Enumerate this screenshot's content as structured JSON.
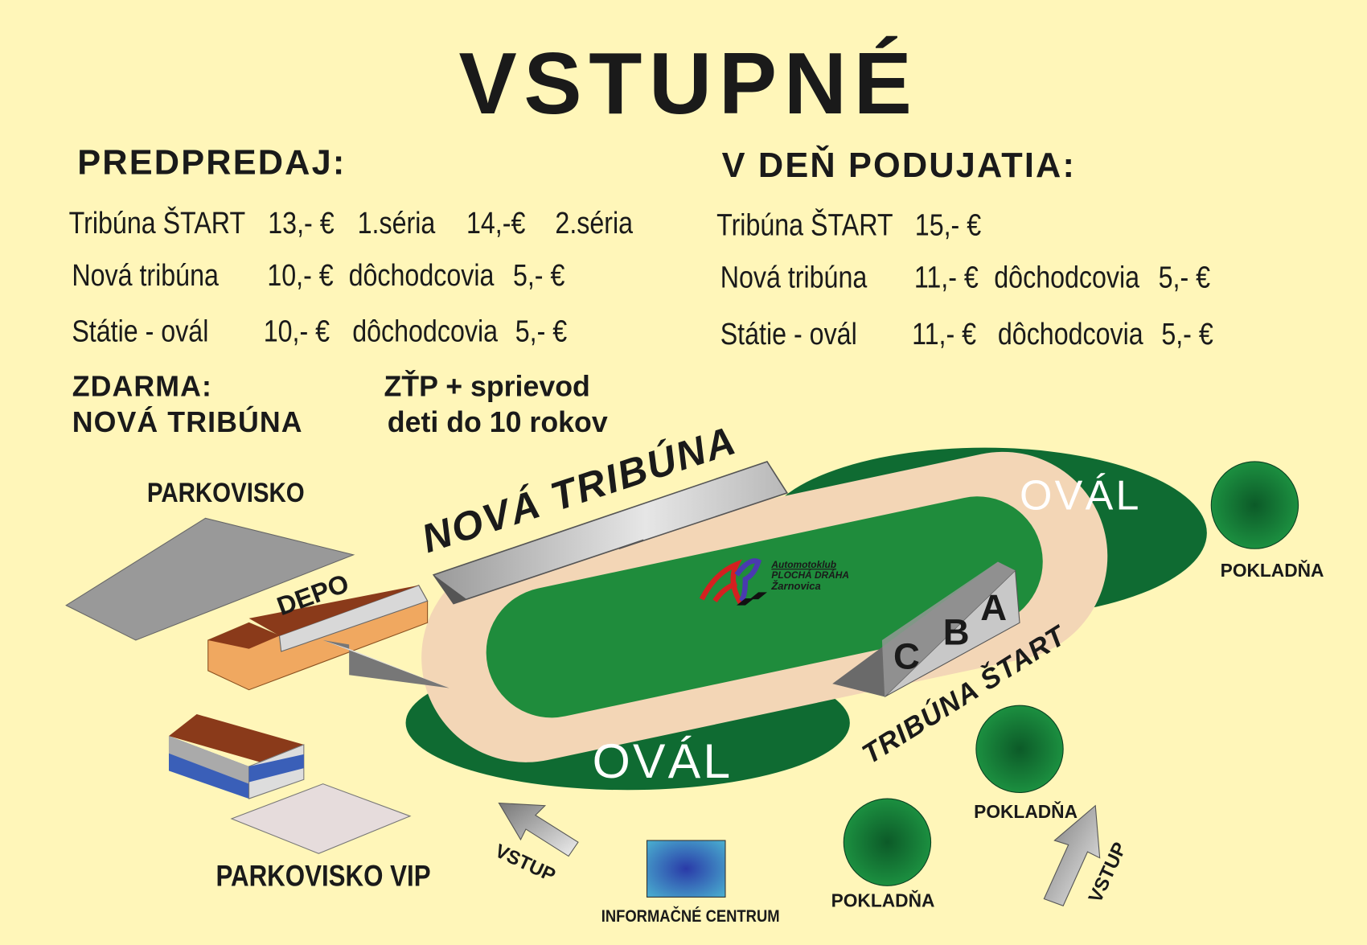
{
  "title": "VSTUPNÉ",
  "presale": {
    "heading": "PREDPREDAJ:",
    "rows": [
      {
        "label": "Tribúna ŠTART",
        "price": "13,- €",
        "note": "1.séria",
        "price2": "14,-€",
        "note2": "2.séria"
      },
      {
        "label": "Nová tribúna",
        "price": "10,- €",
        "note": "dôchodcovia",
        "price2": "5,- €"
      },
      {
        "label": "Státie - ovál",
        "price": "10,- €",
        "note": "dôchodcovia",
        "price2": "5,- €"
      }
    ],
    "free_heading": "ZDARMA:",
    "free_area": "NOVÁ TRIBÚNA",
    "free_who_1": "ZŤP + sprievod",
    "free_who_2": "deti do 10 rokov"
  },
  "event_day": {
    "heading": "V DEŇ PODUJATIA:",
    "rows": [
      {
        "label": "Tribúna ŠTART",
        "price": "15,- €"
      },
      {
        "label": "Nová tribúna",
        "price": "11,- €",
        "note": "dôchodcovia",
        "price2": "5,- €"
      },
      {
        "label": "Státie - ovál",
        "price": "11,- €",
        "note": "dôchodcovia",
        "price2": "5,- €"
      }
    ]
  },
  "map": {
    "parking": "PARKOVISKO",
    "depo": "DEPO",
    "parking_vip": "PARKOVISKO VIP",
    "new_stand": "NOVÁ TRIBÚNA",
    "start_stand": "TRIBÚNA ŠTART",
    "sectors": [
      "C",
      "B",
      "A"
    ],
    "oval_top": "OVÁL",
    "oval_bottom": "OVÁL",
    "ticket_office": "POKLADŇA",
    "ticket_office_2": "POKLADŇA",
    "ticket_office_3": "POKLADŇA",
    "entrance_1": "VSTUP",
    "entrance_2": "VSTUP",
    "info_center": "INFORMAČNÉ CENTRUM",
    "logo_line1": "Automotoklub",
    "logo_line2": "PLOCHÁ DRÁHA",
    "logo_line3": "Žarnovica"
  },
  "colors": {
    "background": "#fff6b9",
    "oval": "#0f6b32",
    "field": "#1f8c3c",
    "track": "#f3d6b6"
  }
}
